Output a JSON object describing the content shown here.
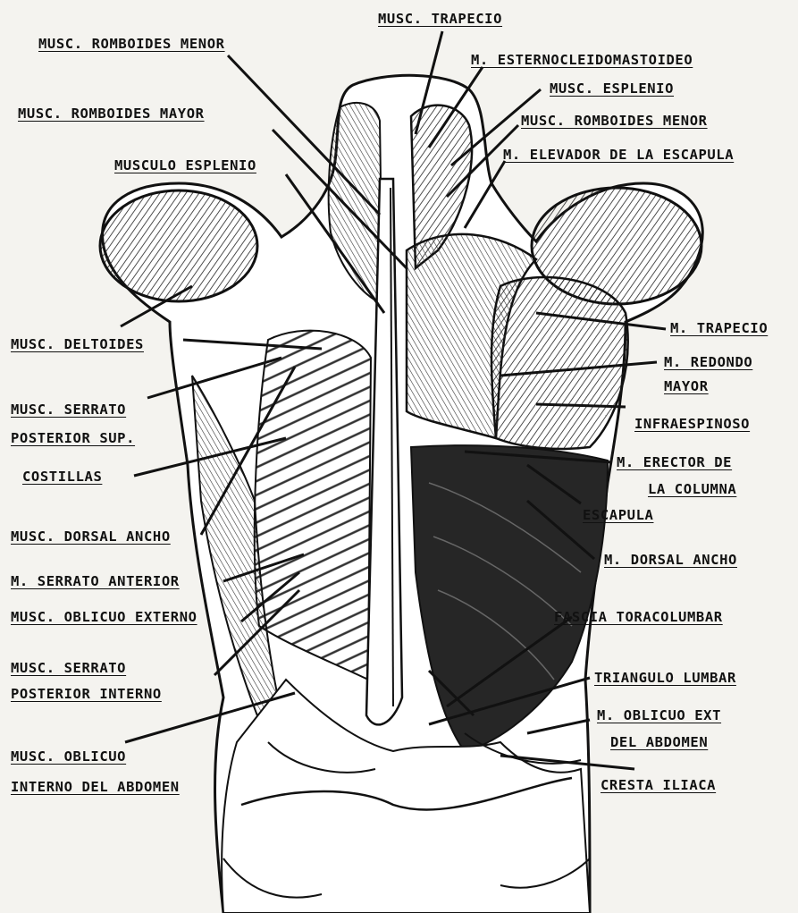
{
  "colors": {
    "ink": "#111111",
    "paper": "#f4f3ef",
    "shade": "#2a2a2a"
  },
  "labels": {
    "trapecio_top": "MUSC. TRAPECIO",
    "romboides_menor_l": "MUSC. ROMBOIDES MENOR",
    "esternocleido": "M. ESTERNOCLEIDOMASTOIDEO",
    "esplenio_r": "MUSC. ESPLENIO",
    "romboides_mayor_l": "MUSC. ROMBOIDES MAYOR",
    "romboides_menor_r": "MUSC. ROMBOIDES MENOR",
    "elevador": "M. ELEVADOR DE LA ESCAPULA",
    "musculo_esplenio": "MUSCULO ESPLENIO",
    "deltoides": "MUSC. DELTOIDES",
    "trapecio_r": "M. TRAPECIO",
    "redondo_1": "M. REDONDO",
    "redondo_2": "MAYOR",
    "serrato_sup_1": "MUSC. SERRATO",
    "serrato_sup_2": "POSTERIOR SUP.",
    "infraespinoso": "INFRAESPINOSO",
    "costillas": "COSTILLAS",
    "erector_1": "M. ERECTOR DE",
    "erector_2": "LA COLUMNA",
    "escapula": "ESCAPULA",
    "dorsal_l": "MUSC. DORSAL ANCHO",
    "dorsal_r": "M. DORSAL ANCHO",
    "serrato_ant": "M. SERRATO ANTERIOR",
    "fascia": "FASCIA TORACOLUMBAR",
    "oblicuo_ext_l": "MUSC. OBLICUO EXTERNO",
    "serrato_int_1": "MUSC. SERRATO",
    "serrato_int_2": "POSTERIOR INTERNO",
    "triangulo": "TRIANGULO LUMBAR",
    "oblicuo_ext_r1": "M. OBLICUO EXT",
    "oblicuo_ext_r2": "DEL ABDOMEN",
    "oblicuo_int_1": "MUSC. OBLICUO",
    "oblicuo_int_2": "INTERNO DEL ABDOMEN",
    "cresta": "CRESTA ILIACA"
  }
}
